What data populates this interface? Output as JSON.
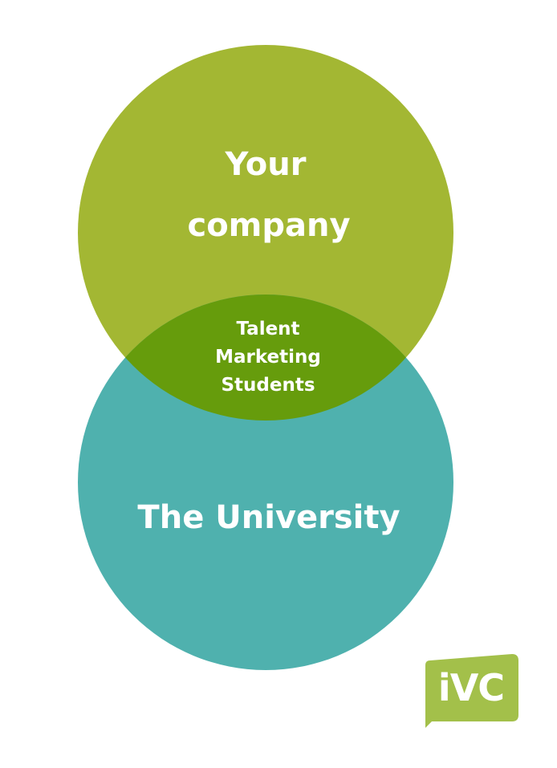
{
  "diagram": {
    "top_set": {
      "label_line1": "Your",
      "label_line2": "company",
      "color": "#a3b733"
    },
    "bottom_set": {
      "label": "The University",
      "color": "#4fb1ae"
    },
    "overlap": {
      "items": [
        "Talent",
        "Marketing",
        "Students"
      ],
      "color": "#669c0c"
    }
  },
  "logo": {
    "text": "iVC",
    "color": "#a3c04a"
  }
}
